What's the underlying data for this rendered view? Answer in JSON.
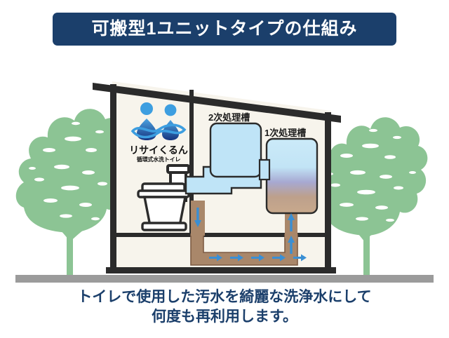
{
  "title": {
    "text": "可搬型1ユニットタイプの仕組み",
    "bg_color": "#1b3f6b",
    "text_color": "#ffffff"
  },
  "caption": {
    "line1": "トイレで使用した汚水を綺麗な洗浄水にして",
    "line2": "何度も再利用します。",
    "color": "#1b3f6b"
  },
  "diagram": {
    "labels": {
      "secondary_tank": "2次処理槽",
      "primary_tank": "1次処理槽"
    },
    "logo": {
      "name": "リサイくるん",
      "subtitle": "循環式水洗トイレ",
      "icon": "water-droplets-icon",
      "droplet_color_light": "#3d9ee0",
      "droplet_color_dark": "#1b3f8f"
    },
    "elements": {
      "roof": "slanted-roof",
      "toilet": "toilet-fixture",
      "divider_wall": "interior-divider-wall",
      "ground": "ground-bar",
      "trees": [
        "tree-left",
        "tree-right"
      ]
    },
    "colors": {
      "structure": "#2b2b2b",
      "interior_wall": "#f7f4ec",
      "clean_water": "#bfe4f7",
      "sewage_pipe": "#a9876a",
      "arrow": "#3a8fd4",
      "tree": "#8cc494",
      "ground": "#9b9b9b",
      "tank_gradient_top": "#c9e9f8",
      "tank_gradient_mid": "#a9aad4",
      "tank_gradient_bottom": "#c3a286"
    },
    "flow_arrows": {
      "down_from_toilet": 1,
      "horizontal_right": 5,
      "up_to_primary_tank": 2
    }
  }
}
